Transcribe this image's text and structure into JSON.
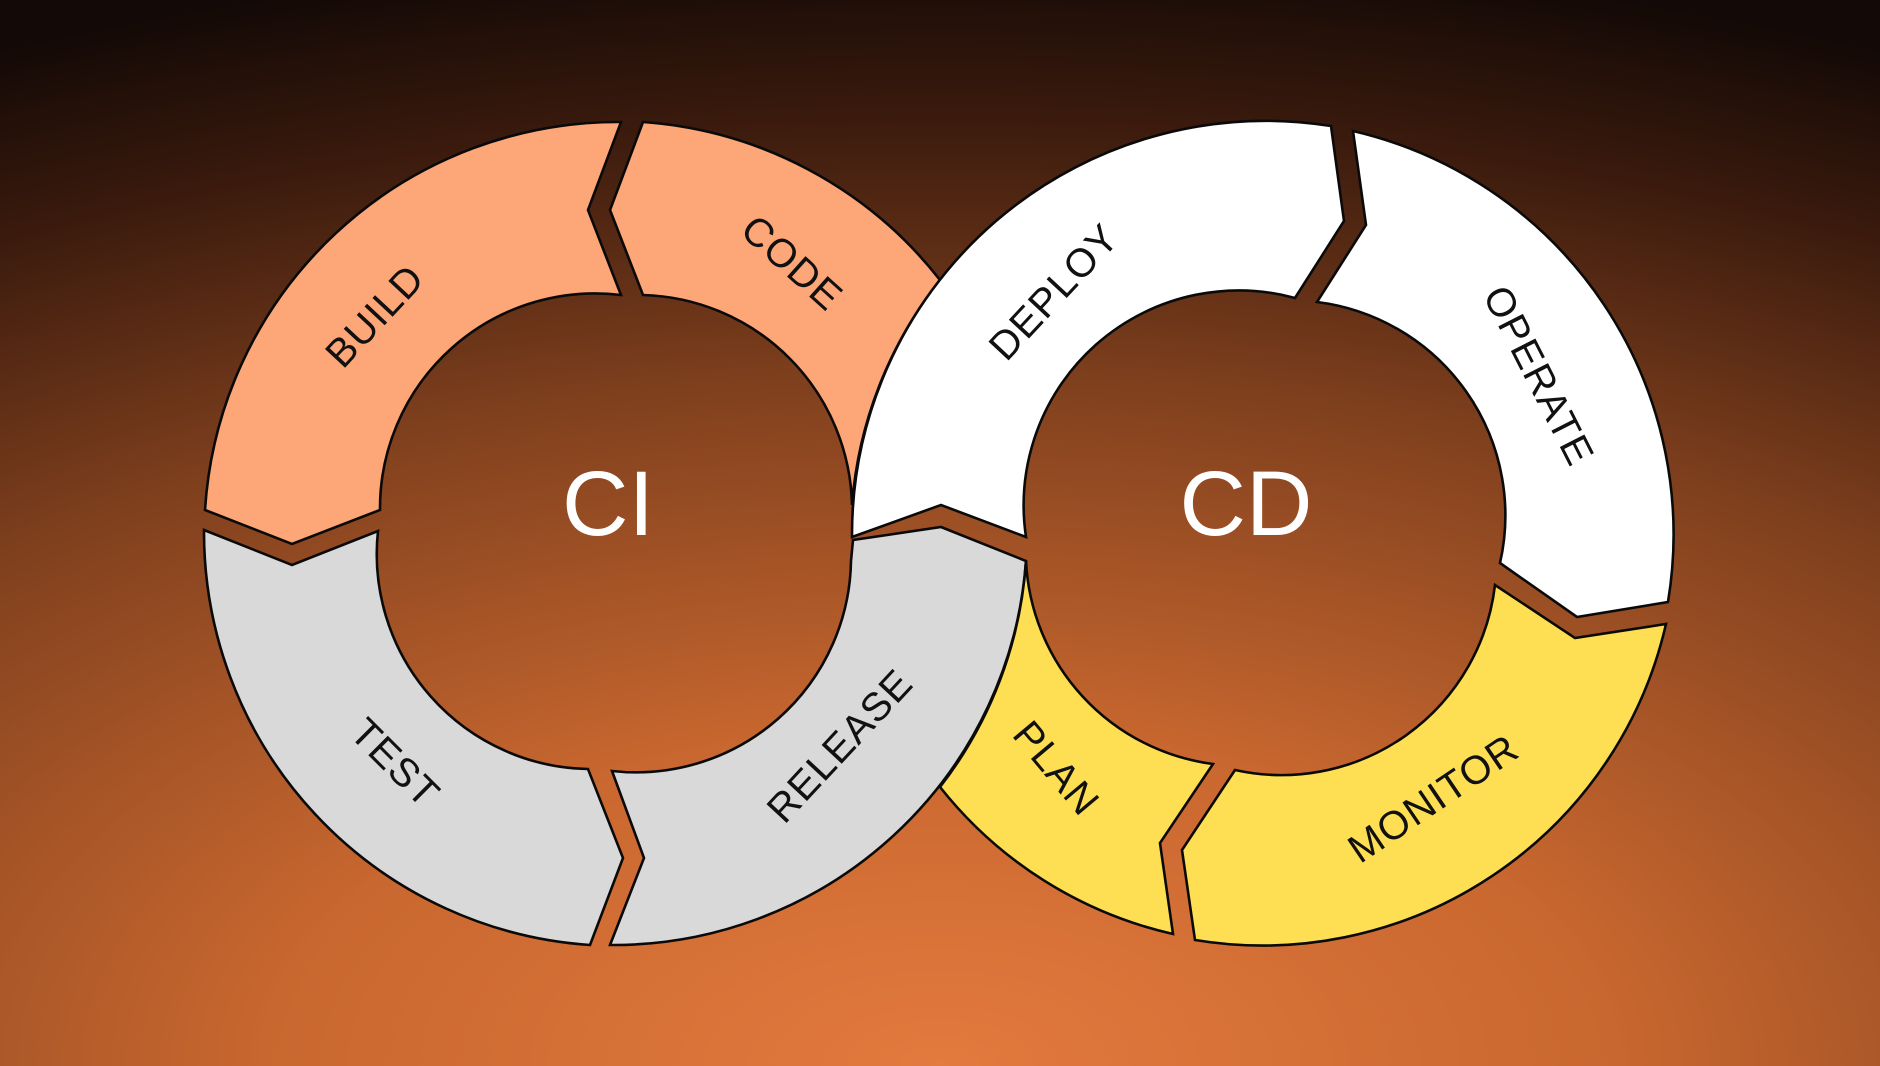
{
  "diagram": {
    "colors": {
      "build_code": "#fda677",
      "test_release": "#d9d9d9",
      "deploy_operate": "#ffffff",
      "plan_monitor": "#fede52",
      "outline": "#0a0a0a",
      "hub_text": "#ffffff"
    },
    "loops": [
      {
        "hub_label": "CI",
        "stages": [
          {
            "label": "CODE",
            "color_key": "build_code"
          },
          {
            "label": "BUILD",
            "color_key": "build_code"
          },
          {
            "label": "TEST",
            "color_key": "test_release"
          },
          {
            "label": "RELEASE",
            "color_key": "test_release"
          }
        ]
      },
      {
        "hub_label": "CD",
        "stages": [
          {
            "label": "DEPLOY",
            "color_key": "deploy_operate"
          },
          {
            "label": "OPERATE",
            "color_key": "deploy_operate"
          },
          {
            "label": "MONITOR",
            "color_key": "plan_monitor"
          },
          {
            "label": "PLAN",
            "color_key": "plan_monitor"
          }
        ]
      }
    ]
  }
}
